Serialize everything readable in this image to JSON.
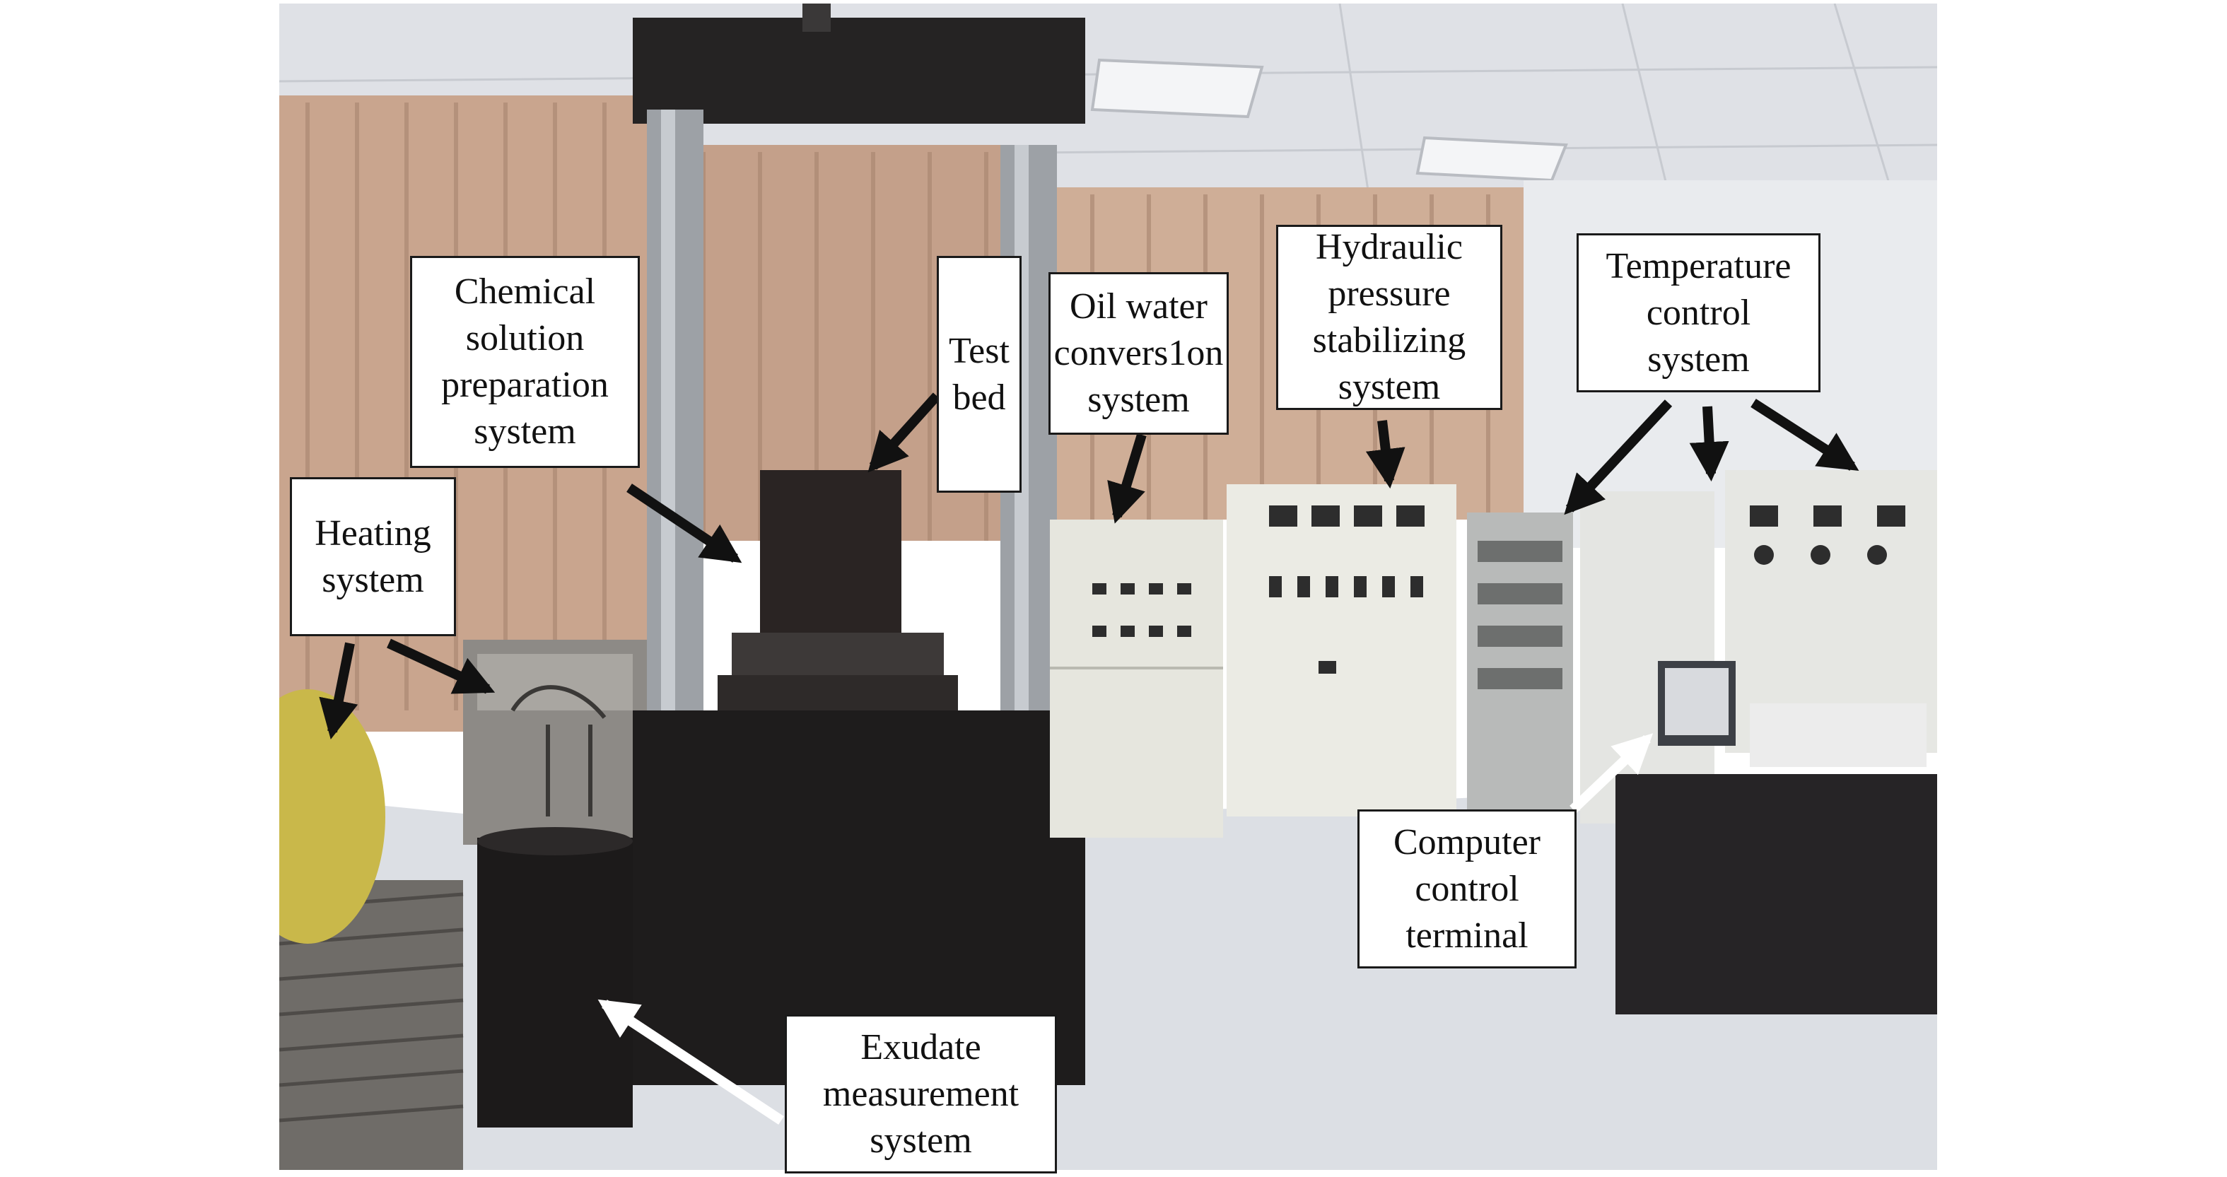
{
  "figure": {
    "labels": {
      "chemical_solution": "Chemical\nsolution\npreparation\nsystem",
      "test_bed": "Test\nbed",
      "oil_water": "Oil water\nconvers1on\nsystem",
      "hydraulic": "Hydraulic\npressure\nstabilizing\nsystem",
      "temperature": "Temperature\ncontrol\nsystem",
      "heating": "Heating\nsystem",
      "computer": "Computer\ncontrol\nterminal",
      "exudate": "Exudate\nmeasurement\nsystem"
    },
    "colors": {
      "arrow_dark": "#111111",
      "arrow_light": "#ffffff",
      "cabinet": "#e6e6de",
      "machine": "#1e1c1c",
      "floor": "#dcdfe4",
      "curtain": "#c9a58e"
    }
  }
}
